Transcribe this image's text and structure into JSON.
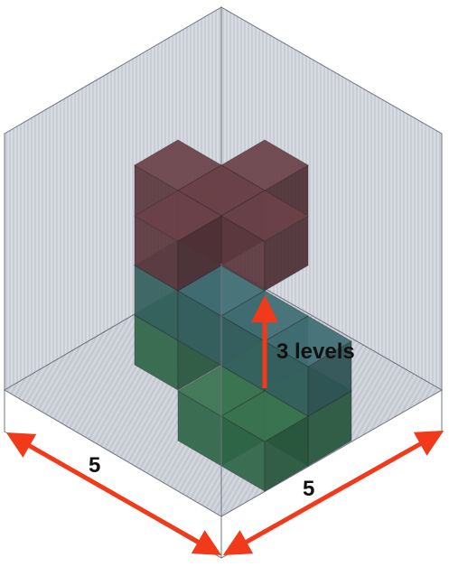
{
  "annotations": {
    "height_label": "3 levels",
    "width_left_label": "5",
    "width_right_label": "5"
  },
  "colors": {
    "background": "#ffffff",
    "box_edge": "#6f7583",
    "back_wall_light": "#cfd3dc",
    "floor": "#c6cad3",
    "arrow": "#f23a1a",
    "maroon_top": "#6b4248",
    "maroon_left": "#5b383e",
    "maroon_right": "#4c2f35",
    "teal_top": "#3f6e72",
    "teal_left": "#35605f",
    "teal_right": "#2c5153",
    "green_top": "#3a7451",
    "green_left": "#2f6647",
    "green_right": "#27553c"
  }
}
